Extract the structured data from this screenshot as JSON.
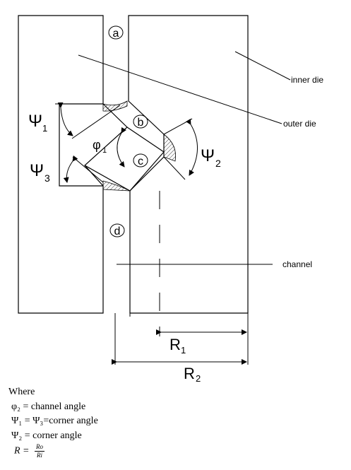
{
  "labels": {
    "inner_die": "inner die",
    "outer_die": "outer die",
    "channel": "channel",
    "point_a": "a",
    "point_b": "b",
    "point_c": "c",
    "point_d": "d",
    "psi": "Ψ",
    "phi": "φ",
    "sub_1": "1",
    "sub_2": "2",
    "sub_3": "3",
    "R": "R"
  },
  "legend": {
    "where": "Where",
    "line1": "φ₂ = channel angle",
    "line2": "Ψ₁ = Ψ₃=corner angle",
    "line3": "Ψ₂ = corner angle",
    "eq_lhs": "R =",
    "eq_num": "Ro",
    "eq_den": "Ri"
  }
}
